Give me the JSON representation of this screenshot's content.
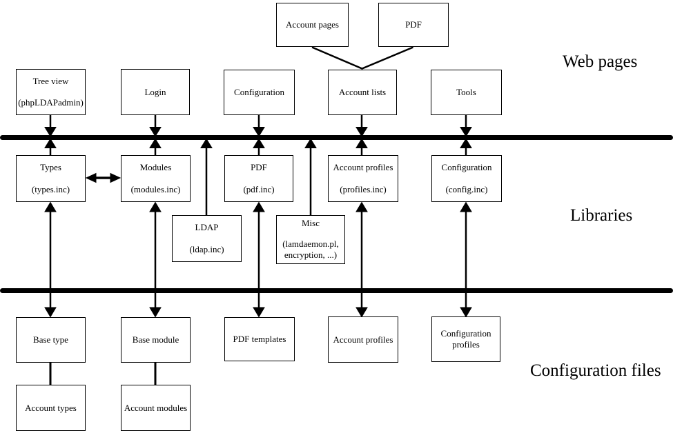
{
  "layers": {
    "web_pages": {
      "label": "Web pages"
    },
    "libraries": {
      "label": "Libraries"
    },
    "config_files": {
      "label": "Configuration files"
    }
  },
  "nodes": {
    "account_pages": {
      "line1": "Account pages"
    },
    "pdf_top": {
      "line1": "PDF"
    },
    "tree_view": {
      "line1": "Tree view",
      "line2": "(phpLDAPadmin)"
    },
    "login": {
      "line1": "Login"
    },
    "configuration_page": {
      "line1": "Configuration"
    },
    "account_lists": {
      "line1": "Account lists"
    },
    "tools": {
      "line1": "Tools"
    },
    "types": {
      "line1": "Types",
      "line2": "(types.inc)"
    },
    "modules": {
      "line1": "Modules",
      "line2": "(modules.inc)"
    },
    "pdf_lib": {
      "line1": "PDF",
      "line2": "(pdf.inc)"
    },
    "account_profiles_lib": {
      "line1": "Account profiles",
      "line2": "(profiles.inc)"
    },
    "configuration_lib": {
      "line1": "Configuration",
      "line2": "(config.inc)"
    },
    "ldap": {
      "line1": "LDAP",
      "line2": "(ldap.inc)"
    },
    "misc": {
      "line1": "Misc",
      "line2": "(lamdaemon.pl,",
      "line3": "encryption, ...)"
    },
    "base_type": {
      "line1": "Base type"
    },
    "base_module": {
      "line1": "Base module"
    },
    "pdf_templates": {
      "line1": "PDF templates"
    },
    "account_profiles_files": {
      "line1": "Account profiles"
    },
    "configuration_profiles": {
      "line1": "Configuration",
      "line2": "profiles"
    },
    "account_types": {
      "line1": "Account types"
    },
    "account_modules": {
      "line1": "Account modules"
    }
  },
  "colors": {
    "line": "#000000",
    "background": "#ffffff",
    "box_border": "#000000"
  }
}
